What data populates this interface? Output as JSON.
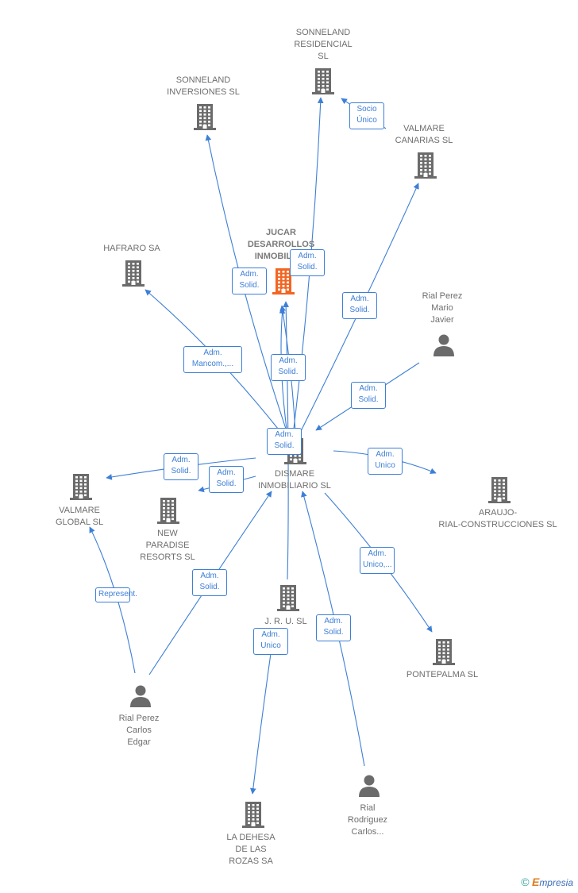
{
  "nodes": [
    {
      "id": "sonneland_residencial",
      "type": "company",
      "label": "SONNELAND\nRESIDENCIAL\nSL"
    },
    {
      "id": "sonneland_inversiones",
      "type": "company",
      "label": "SONNELAND\nINVERSIONES SL"
    },
    {
      "id": "valmare_canarias",
      "type": "company",
      "label": "VALMARE\nCANARIAS  SL"
    },
    {
      "id": "jucar",
      "type": "company",
      "label": "JUCAR\nDESARROLLOS\nINMOBILIA...",
      "highlight": true
    },
    {
      "id": "hafraro",
      "type": "company",
      "label": "HAFRARO SA"
    },
    {
      "id": "rial_mario",
      "type": "person",
      "label": "Rial Perez\nMario\nJavier"
    },
    {
      "id": "dismare",
      "type": "company",
      "label": "DISMARE\nINMOBILIARIO SL"
    },
    {
      "id": "araujo",
      "type": "company",
      "label": "ARAUJO-\nRIAL-CONSTRUCCIONES SL"
    },
    {
      "id": "valmare_global",
      "type": "company",
      "label": "VALMARE\nGLOBAL  SL"
    },
    {
      "id": "new_paradise",
      "type": "company",
      "label": "NEW\nPARADISE\nRESORTS  SL"
    },
    {
      "id": "jru",
      "type": "company",
      "label": "J.  R.  U.  SL"
    },
    {
      "id": "pontepalma",
      "type": "company",
      "label": "PONTEPALMA SL"
    },
    {
      "id": "rial_carlos_edgar",
      "type": "person",
      "label": "Rial Perez\nCarlos\nEdgar"
    },
    {
      "id": "la_dehesa",
      "type": "company",
      "label": "LA DEHESA\nDE LAS\nROZAS SA"
    },
    {
      "id": "rial_rodriguez",
      "type": "person",
      "label": "Rial\nRodriguez\nCarlos..."
    }
  ],
  "edges": [
    {
      "id": "e1",
      "label": "Socio\nÚnico"
    },
    {
      "id": "e2",
      "label": "Adm.\nSolid."
    },
    {
      "id": "e3",
      "label": "Adm.\nSolid."
    },
    {
      "id": "e4",
      "label": "Adm.\nSolid."
    },
    {
      "id": "e5",
      "label": "Adm.\nMancom.,..."
    },
    {
      "id": "e6",
      "label": "Adm.\nSolid."
    },
    {
      "id": "e7",
      "label": "Adm.\nSolid."
    },
    {
      "id": "e8",
      "label": "Adm.\nSolid."
    },
    {
      "id": "e9",
      "label": "Adm.\nUnico"
    },
    {
      "id": "e10",
      "label": "Adm.\nSolid."
    },
    {
      "id": "e11",
      "label": "Adm.\nSolid."
    },
    {
      "id": "e12",
      "label": "Represent."
    },
    {
      "id": "e13",
      "label": "Adm.\nSolid."
    },
    {
      "id": "e14",
      "label": "Adm.\nUnico,..."
    },
    {
      "id": "e15",
      "label": "Adm.\nUnico"
    },
    {
      "id": "e16",
      "label": "Adm.\nSolid."
    }
  ],
  "colors": {
    "edge": "#3d7fd6",
    "company": "#6b6b6b",
    "company_highlight": "#f26522",
    "person": "#6b6b6b"
  },
  "footer": {
    "copyright": "©",
    "brand_initial": "E",
    "brand_rest": "mpresia"
  }
}
